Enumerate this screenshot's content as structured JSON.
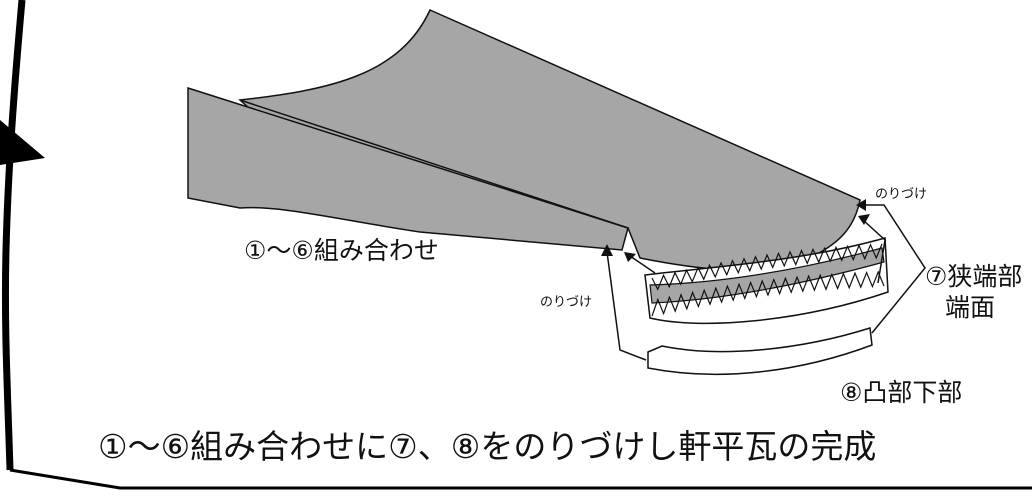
{
  "labels": {
    "assembly": "①～⑥組み合わせ",
    "glue_top": "のりづけ",
    "glue_left": "のりづけ",
    "part7_line1": "⑦狭端部",
    "part7_line2": "端面",
    "part8": "⑧凸部下部",
    "caption": "①～⑥組み合わせに⑦、⑧をのりづけし軒平瓦の完成"
  },
  "colors": {
    "tile_fill": "#a6a6a6",
    "outline": "#111111",
    "background": "#ffffff"
  }
}
